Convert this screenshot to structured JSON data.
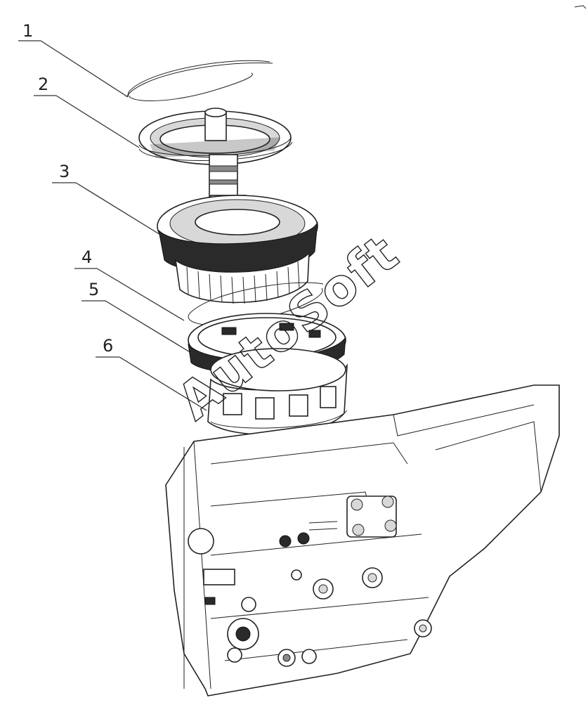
{
  "callouts": [
    {
      "number": "1",
      "part": "snap-ring-top"
    },
    {
      "number": "2",
      "part": "backing-plate"
    },
    {
      "number": "3",
      "part": "clutch-drum-assembly"
    },
    {
      "number": "4",
      "part": "snap-ring-lower"
    },
    {
      "number": "5",
      "part": "clutch-pack-ring"
    },
    {
      "number": "6",
      "part": "piston-housing"
    }
  ],
  "watermark": "AutoSoft",
  "colors": {
    "line": "#222222",
    "background": "#ffffff"
  }
}
